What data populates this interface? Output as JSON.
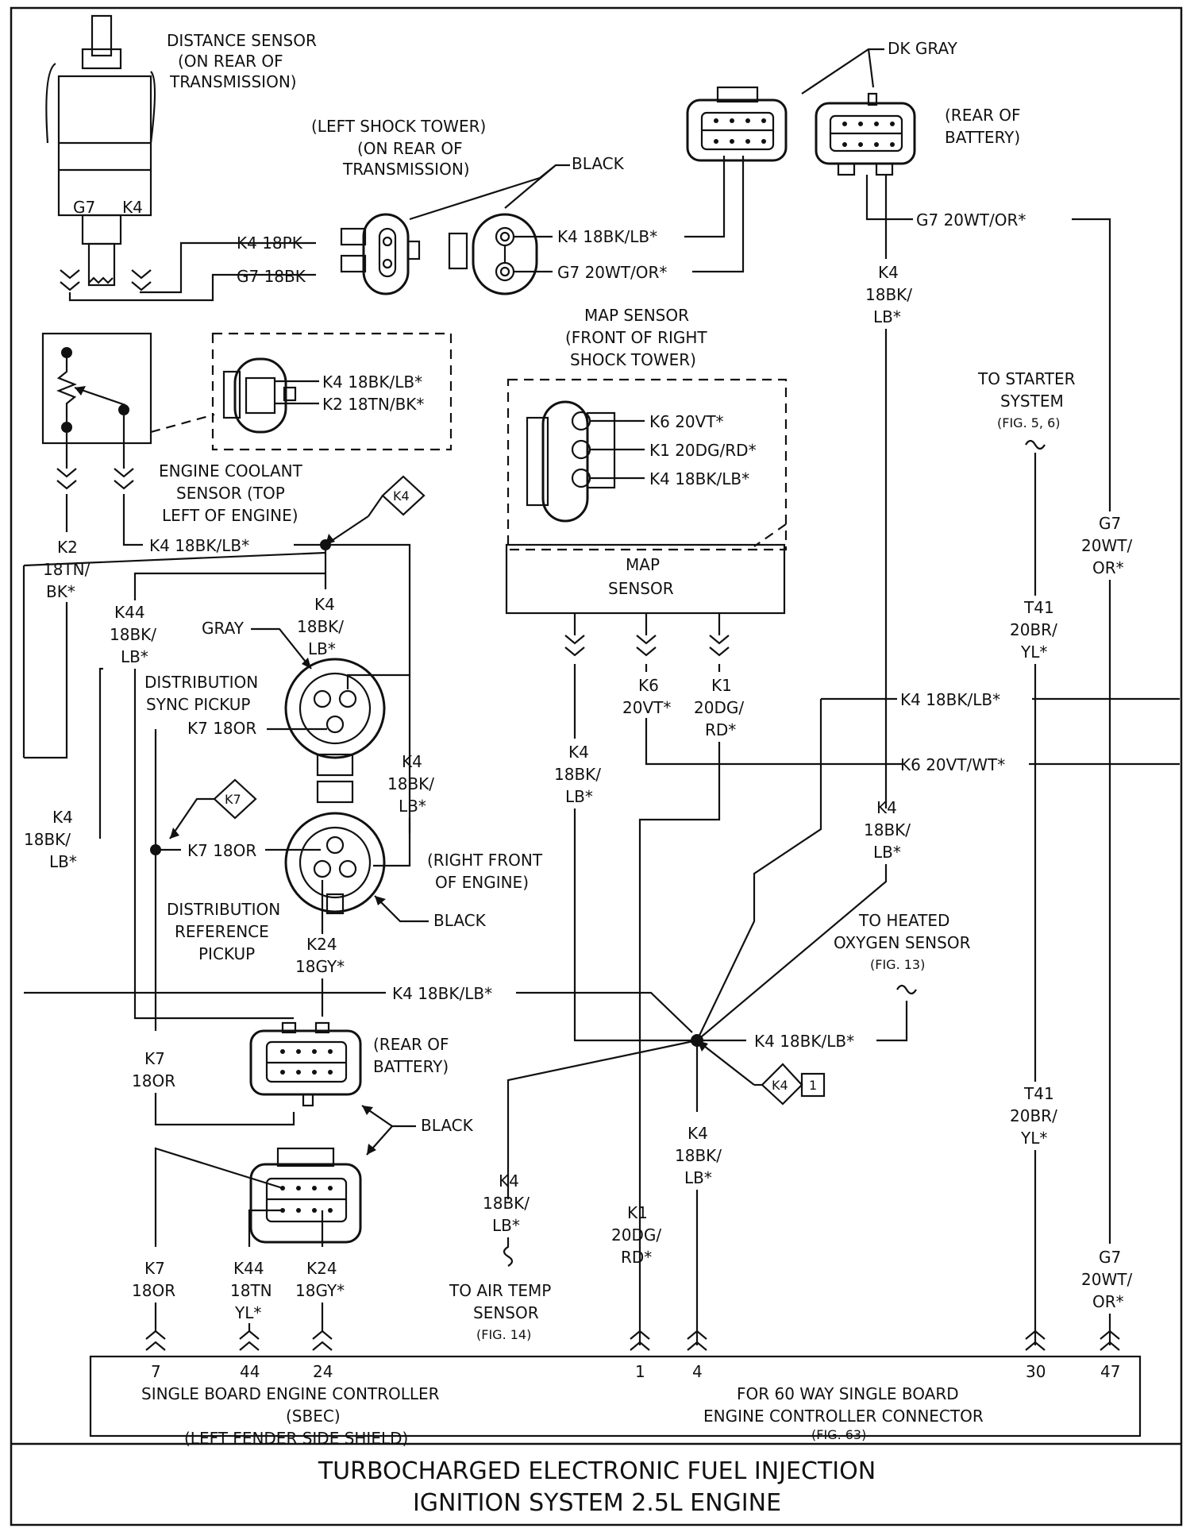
{
  "title": {
    "line1": "TURBOCHARGED ELECTRONIC FUEL INJECTION",
    "line2": "IGNITION SYSTEM 2.5L ENGINE"
  },
  "components": {
    "distance_sensor": [
      "DISTANCE SENSOR",
      "(ON REAR OF",
      "TRANSMISSION)"
    ],
    "distance_pins": [
      "G7",
      "K4"
    ],
    "left_shock": [
      "(LEFT SHOCK TOWER)",
      "(ON REAR OF",
      "TRANSMISSION)"
    ],
    "black": "BLACK",
    "dk_gray": "DK GRAY",
    "rear_of_battery": [
      "(REAR OF",
      "BATTERY)"
    ],
    "map_sensor_loc": [
      "MAP SENSOR",
      "(FRONT OF RIGHT",
      "SHOCK TOWER)"
    ],
    "map_sensor_box": [
      "MAP",
      "SENSOR"
    ],
    "coolant_sensor": [
      "ENGINE COOLANT",
      "SENSOR (TOP",
      "LEFT OF ENGINE)"
    ],
    "gray": "GRAY",
    "dist_sync": [
      "DISTRIBUTION",
      "SYNC PICKUP"
    ],
    "dist_ref": [
      "DISTRIBUTION",
      "REFERENCE",
      "PICKUP"
    ],
    "right_front": [
      "(RIGHT FRONT",
      "OF ENGINE)"
    ],
    "to_starter": [
      "TO STARTER",
      "SYSTEM",
      "(FIG. 5, 6)"
    ],
    "to_o2": [
      "TO HEATED",
      "OXYGEN SENSOR",
      "(FIG. 13)"
    ],
    "to_air": [
      "TO AIR TEMP",
      "SENSOR",
      "(FIG. 14)"
    ],
    "sbec": [
      "SINGLE BOARD ENGINE CONTROLLER",
      "(SBEC)",
      "(LEFT FENDER SIDE SHIELD)"
    ],
    "sbec_note": [
      "FOR 60 WAY SINGLE BOARD",
      "ENGINE CONTROLLER CONNECTOR",
      "(FIG. 63)"
    ],
    "pins": [
      "7",
      "44",
      "24",
      "1",
      "4",
      "30",
      "47"
    ],
    "k4_tag": "K4",
    "k7_tag": "K7",
    "k4_1_num": "1"
  },
  "wires": {
    "k4_18pk": "K4 18PK",
    "g7_18bk": "G7 18BK",
    "k4_bklb_a": "K4 18BK/LB*",
    "g7_wtor_a": "G7 20WT/OR*",
    "g7_wtor_top": "G7 20WT/OR*",
    "k4_bklb_cool": "K4 18BK/LB*",
    "k2_tnbk": "K2 18TN/BK*",
    "k6_vt": "K6 20VT*",
    "k1_dgrd": "K1 20DG/RD*",
    "k4_bklb_map": "K4 18BK/LB*",
    "k4_bklb_splice": "K4 18BK/LB*",
    "k7_18or_a": "K7 18OR",
    "k7_18or_b": "K7 18OR",
    "k4_right1": "K4 18BK/LB*",
    "k6_vtwt": "K6 20VT/WT*",
    "k4_mid": "K4 18BK/LB*",
    "k4_o2": "K4 18BK/LB*",
    "k2_vert": [
      "K2",
      "18TN/",
      "BK*"
    ],
    "k44_vert": [
      "K44",
      "18BK/",
      "LB*"
    ],
    "k4_sync": [
      "K4",
      "18BK/",
      "LB*"
    ],
    "k4_sync_r": [
      "K4",
      "18BK/",
      "LB*"
    ],
    "k4_left": [
      "K4",
      "18BK/",
      "LB*"
    ],
    "k24_vert": [
      "K24",
      "18GY*"
    ],
    "k7_vert": [
      "K7",
      "18OR"
    ],
    "k4_batt_top": [
      "K4",
      "18BK/",
      "LB*"
    ],
    "g7_right": [
      "G7",
      "20WT/",
      "OR*"
    ],
    "t41_top": [
      "T41",
      "20BR/",
      "YL*"
    ],
    "k6_map": [
      "K6",
      "20VT*"
    ],
    "k1_map": [
      "K1",
      "20DG/",
      "RD*"
    ],
    "k4_map_v": [
      "K4",
      "18BK/",
      "LB*"
    ],
    "k4_right_v": [
      "K4",
      "18BK/",
      "LB*"
    ],
    "k4_bottom_v": [
      "K4",
      "18BK/",
      "LB*"
    ],
    "k4_air": [
      "K4",
      "18BK/",
      "LB*"
    ],
    "k1_bottom": [
      "K1",
      "20DG/",
      "RD*"
    ],
    "t41_bottom": [
      "T41",
      "20BR/",
      "YL*"
    ],
    "g7_bottom": [
      "G7",
      "20WT/",
      "OR*"
    ],
    "k7_bottom": [
      "K7",
      "18OR"
    ],
    "k44_bottom": [
      "K44",
      "18TN",
      "YL*"
    ],
    "k24_bottom": [
      "K24",
      "18GY*"
    ]
  }
}
